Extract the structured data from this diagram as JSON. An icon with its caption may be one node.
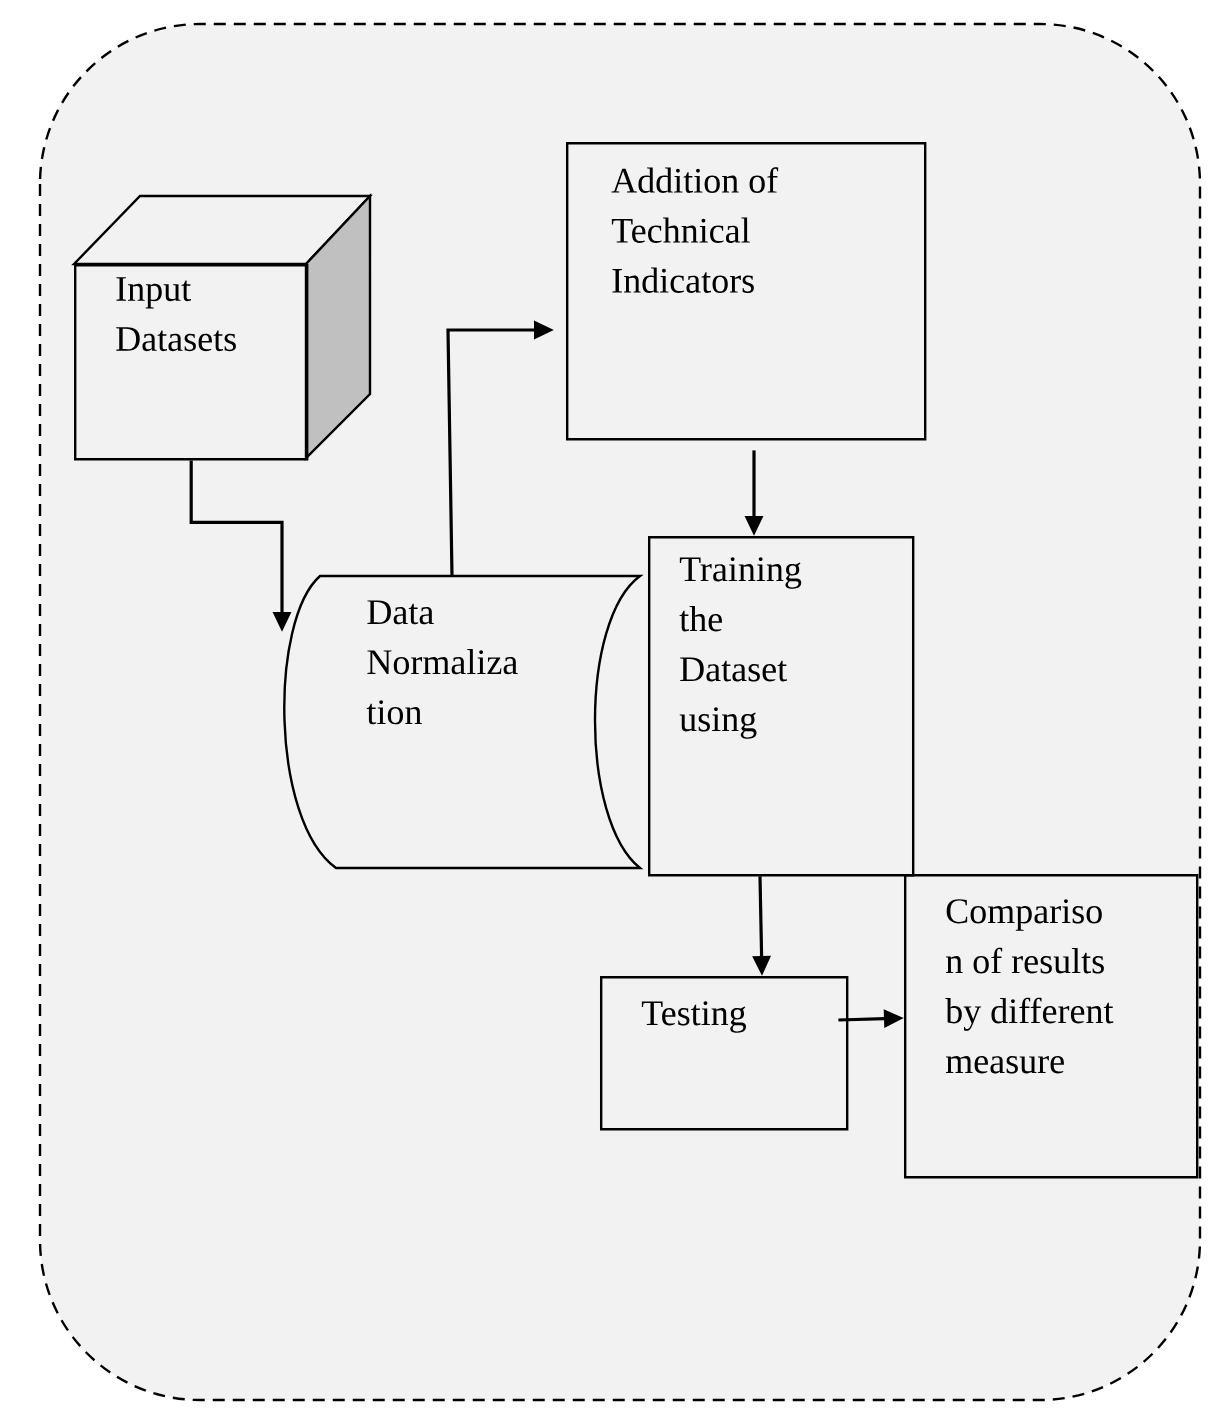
{
  "diagram": {
    "nodes": [
      {
        "text": [
          "Input Datasets"
        ]
      },
      {
        "text": [
          "Data Normaliza tion"
        ]
      },
      {
        "text": [
          "Addition of Technical Indicators"
        ]
      },
      {
        "text": [
          "Training the Dataset using"
        ]
      },
      {
        "text": [
          "Testing"
        ]
      },
      {
        "text": [
          "Compariso n of results by different measure"
        ]
      }
    ],
    "edges": [
      {
        "from": 0,
        "to": 1,
        "arrow": "to"
      },
      {
        "from": 1,
        "to": 2,
        "arrow": "to"
      },
      {
        "from": 2,
        "to": 3,
        "arrow": "to"
      },
      {
        "from": 3,
        "to": 4,
        "arrow": "to"
      },
      {
        "from": 4,
        "to": 5,
        "arrow": "to"
      }
    ]
  }
}
